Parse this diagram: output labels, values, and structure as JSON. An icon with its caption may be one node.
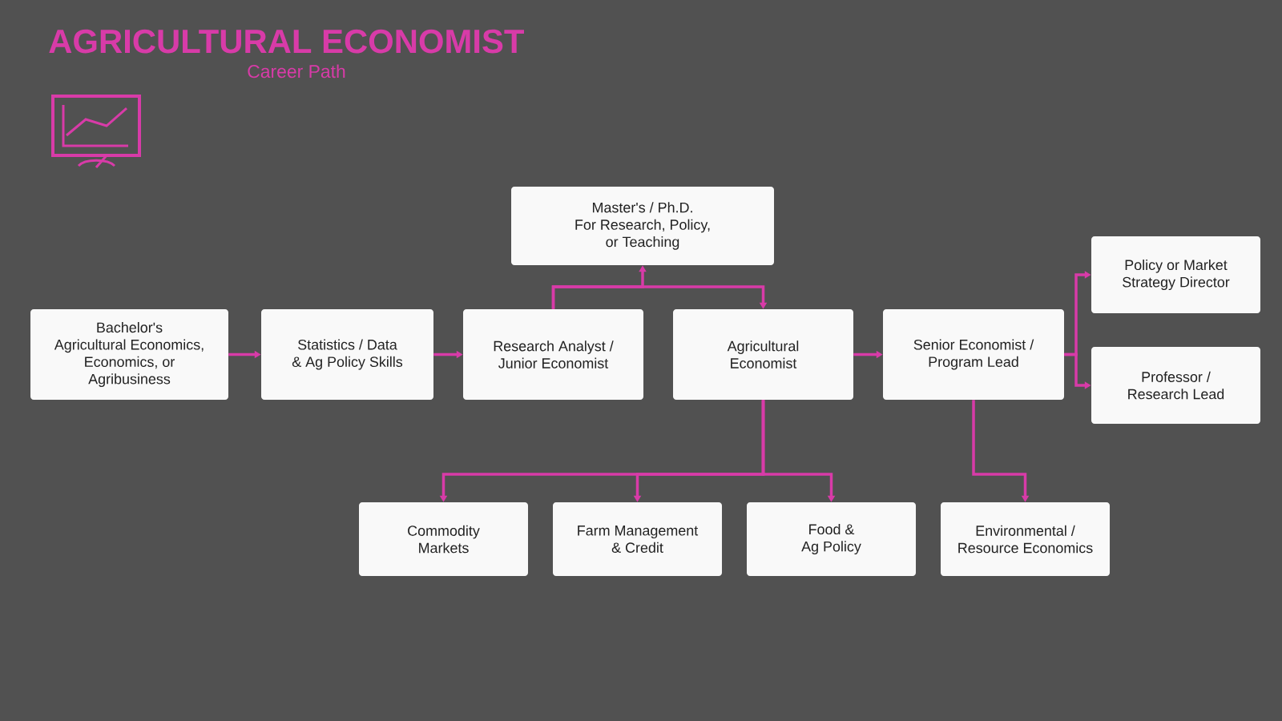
{
  "diagram": {
    "title": "AGRICULTURAL ECONOMIST",
    "nodes": [
      {
        "text": [
          "Bachelor's",
          "Agricultural Economics, Economics, or Agribusiness"
        ]
      },
      {
        "text": [
          "Statistics / Data & Ag Policy Skills"
        ]
      },
      {
        "text": [
          "Research Analyst / Junior Economist"
        ]
      },
      {
        "text": [
          "Master's / Ph.D.",
          "For Research, Policy, or Teaching"
        ]
      },
      {
        "text": [
          "Agricultural Economist"
        ]
      },
      {
        "text": [
          "Senior Economist / Program Lead"
        ]
      },
      {
        "text": [
          "Policy or Market Strategy Director"
        ]
      },
      {
        "text": [
          "Professor / Research Lead"
        ]
      },
      {
        "text": [
          "Commodity Markets"
        ]
      },
      {
        "text": [
          "Farm Management & Credit"
        ]
      },
      {
        "text": [
          "Food & Ag Policy"
        ]
      },
      {
        "text": [
          "Environmental / Resource Economics"
        ]
      }
    ],
    "edges": [
      {
        "from": 0,
        "to": 1,
        "arrow": "to"
      },
      {
        "from": 1,
        "to": 2,
        "arrow": "to"
      },
      {
        "from": 2,
        "to": 3,
        "arrow": "to"
      },
      {
        "from": 2,
        "to": 4,
        "arrow": "to"
      },
      {
        "from": 4,
        "to": 5,
        "arrow": "to"
      },
      {
        "from": 5,
        "to": 6,
        "arrow": "to"
      },
      {
        "from": 5,
        "to": 7,
        "arrow": "to"
      },
      {
        "from": 4,
        "to": 8,
        "arrow": "to"
      },
      {
        "from": 4,
        "to": 9,
        "arrow": "to"
      },
      {
        "from": 4,
        "to": 10,
        "arrow": "to"
      },
      {
        "from": 5,
        "to": 11,
        "arrow": "to"
      }
    ],
    "labels": [
      "Career Path"
    ]
  }
}
